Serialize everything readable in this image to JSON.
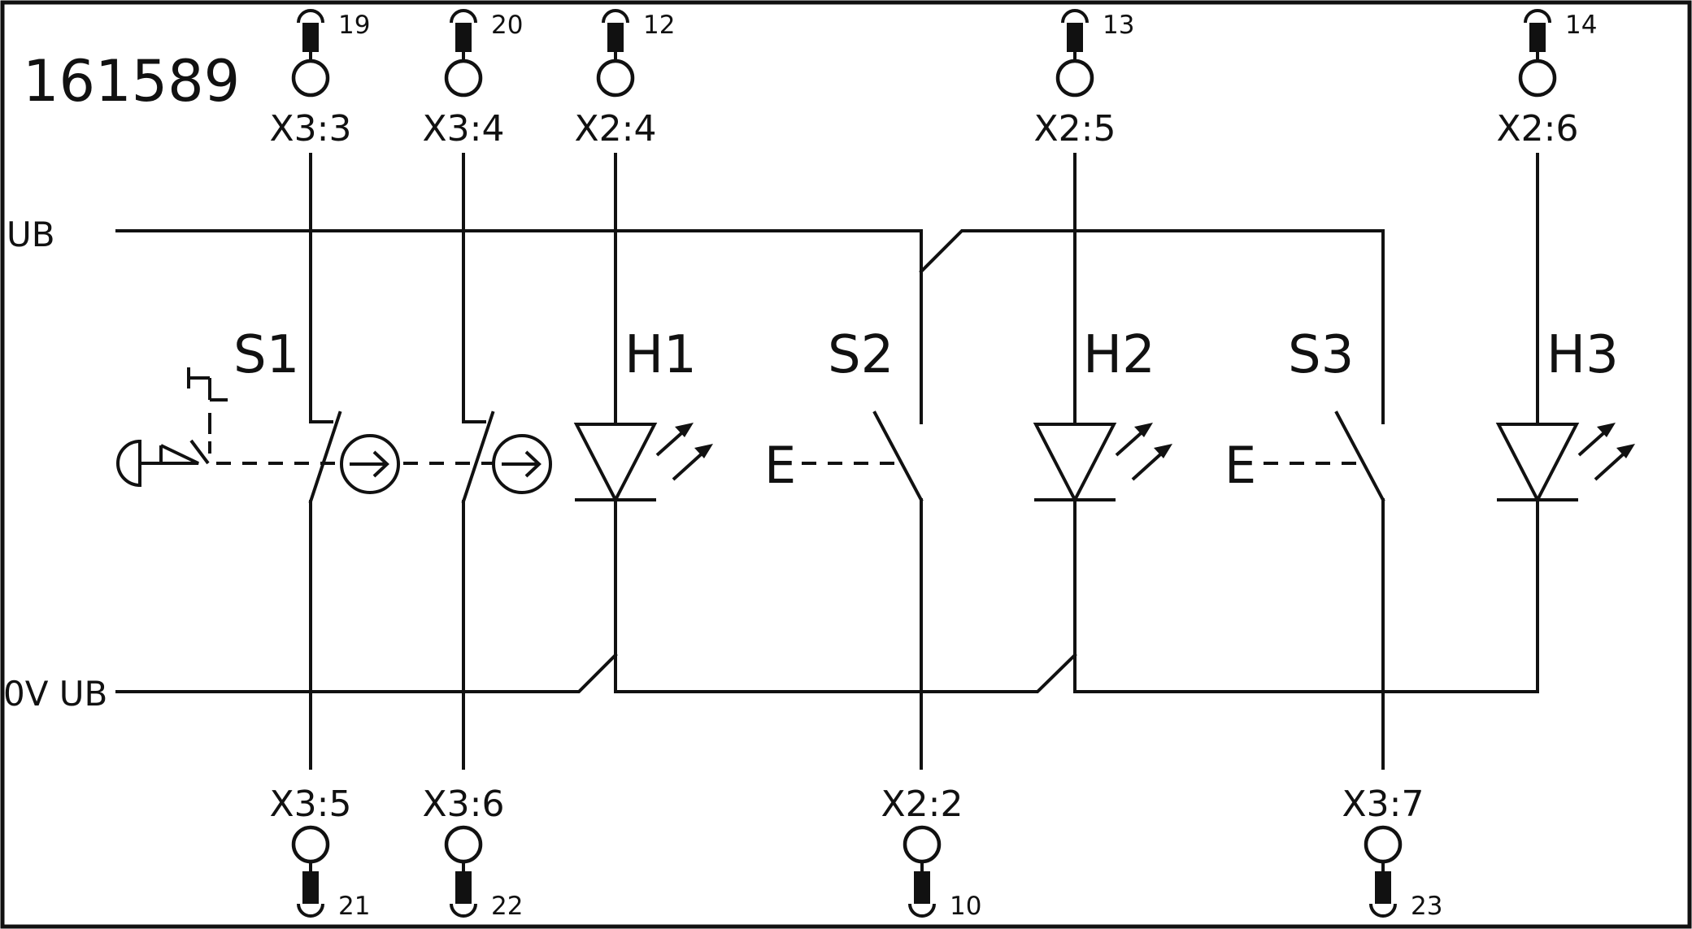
{
  "drawing": {
    "id": "161589",
    "border_color": "#111111",
    "background": "#ffffff"
  },
  "rails": {
    "supply": "UB",
    "ground": "0V UB"
  },
  "components": {
    "s1": "S1",
    "s2": "S2",
    "s3": "S3",
    "h1": "H1",
    "h2": "H2",
    "h3": "H3",
    "s2_actuator": "E",
    "s3_actuator": "E"
  },
  "terminals_top": [
    {
      "label": "X3:3",
      "wire": "19"
    },
    {
      "label": "X3:4",
      "wire": "20"
    },
    {
      "label": "X2:4",
      "wire": "12"
    },
    {
      "label": "X2:5",
      "wire": "13"
    },
    {
      "label": "X2:6",
      "wire": "14"
    }
  ],
  "terminals_bottom": [
    {
      "label": "X3:5",
      "wire": "21"
    },
    {
      "label": "X3:6",
      "wire": "22"
    },
    {
      "label": "X2:2",
      "wire": "10"
    },
    {
      "label": "X3:7",
      "wire": "23"
    }
  ]
}
